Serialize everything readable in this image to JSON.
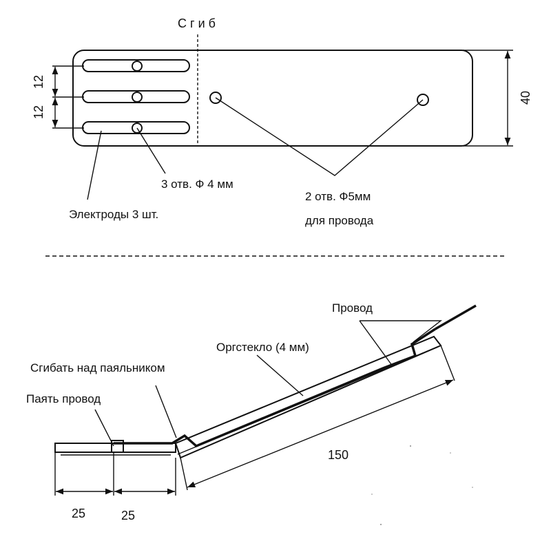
{
  "top_view": {
    "fold_label": "С г и б",
    "dim_12_a": "12",
    "dim_12_b": "12",
    "dim_40": "40",
    "holes_4mm": "3 отв.  Ф 4 мм",
    "electrodes": "Электроды 3 шт.",
    "holes_5mm_line1": "2 отв.  Ф5мм",
    "holes_5mm_line2": "для провода"
  },
  "side_view": {
    "wire": "Провод",
    "plexiglass": "Оргстекло (4 мм)",
    "bend_over_iron": "Сгибать над паяльником",
    "solder_wire": "Паять провод",
    "dim_150": "150",
    "dim_25_left": "25",
    "dim_25_right": "25"
  }
}
